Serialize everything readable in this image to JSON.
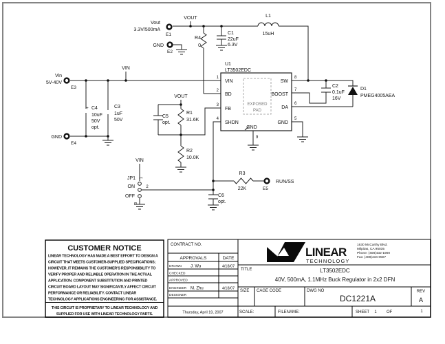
{
  "schematic": {
    "nets": {
      "vout_top": "VOUT",
      "vin_top": "VIN",
      "vout_mid": "VOUT",
      "vin_jp": "VIN",
      "runss": "RUN/SS"
    },
    "terminals": {
      "e1": {
        "ref": "E1",
        "name": "Vout",
        "spec": "3.3V/500mA"
      },
      "e2": {
        "ref": "E2",
        "name": "GND"
      },
      "e3": {
        "ref": "E3",
        "name": "Vin",
        "spec": "5V-40V"
      },
      "e4": {
        "ref": "E4",
        "name": "GND"
      },
      "e5": {
        "ref": "E5"
      }
    },
    "components": {
      "c1": {
        "ref": "C1",
        "v1": "22uF",
        "v2": "6.3V"
      },
      "c2": {
        "ref": "C2",
        "v1": "0.1uF",
        "v2": "16V"
      },
      "c3": {
        "ref": "C3",
        "v1": "1uF",
        "v2": "50V"
      },
      "c4": {
        "ref": "C4",
        "plus": "+",
        "v1": "10uF",
        "v2": "50V",
        "v3": "opt."
      },
      "c5": {
        "ref": "C5",
        "v1": "opt."
      },
      "c6": {
        "ref": "C6",
        "v1": "opt."
      },
      "r1": {
        "ref": "R1",
        "v1": "31.6K"
      },
      "r2": {
        "ref": "R2",
        "v1": "10.0K"
      },
      "r3": {
        "ref": "R3",
        "v1": "22K"
      },
      "r4": {
        "ref": "R4",
        "v1": "0"
      },
      "l1": {
        "ref": "L1",
        "v1": "15uH"
      },
      "d1": {
        "ref": "D1",
        "v1": "PMEG4005AEA"
      },
      "u1": {
        "ref": "U1",
        "part": "LT3502EDC"
      },
      "jp1": {
        "ref": "JP1",
        "on": "ON",
        "off": "OFF",
        "p1": "1",
        "p2": "2",
        "p3": "3"
      }
    },
    "u1_pins": {
      "p1": {
        "num": "1",
        "name": "VIN"
      },
      "p2": {
        "num": "2",
        "name": "BD"
      },
      "p3": {
        "num": "3",
        "name": "FB"
      },
      "p4": {
        "num": "4",
        "name": "SHDN"
      },
      "p5": {
        "num": "5",
        "name": "GND"
      },
      "p6": {
        "num": "6",
        "name": "DA"
      },
      "p7": {
        "num": "7",
        "name": "BOOST"
      },
      "p8": {
        "num": "8",
        "name": "SW"
      },
      "p9": {
        "num": "9"
      },
      "pad1": "EXPOSED",
      "pad2": "PAD",
      "gnd_label": "GND"
    }
  },
  "notice": {
    "title": "CUSTOMER NOTICE",
    "body": [
      "LINEAR TECHNOLOGY HAS MADE A BEST EFFORT TO DESIGN A",
      "CIRCUIT THAT MEETS CUSTOMER-SUPPLIED SPECIFICATIONS;",
      "HOWEVER, IT REMAINS THE CUSTOMER'S RESPONSIBILITY TO",
      "VERIFY PROPER AND RELIABLE OPERATION IN THE ACTUAL",
      "APPLICATION.  COMPONENT SUBSTITUTION AND PRINTED",
      "CIRCUIT BOARD LAYOUT MAY SIGNIFICANTLY AFFECT CIRCUIT",
      "PERFORMANCE OR RELIABILITY.  CONTACT LINEAR",
      "TECHNOLOGY APPLICATIONS ENGINEERING FOR ASSISTANCE."
    ],
    "proprietary": [
      "THIS CIRCUIT IS PROPRIETARY TO LINEAR TECHNOLOGY AND",
      "SUPPLIED FOR USE WITH LINEAR TECHNOLOGY PARTS."
    ]
  },
  "contract": {
    "label": "CONTRACT NO.",
    "approvals_label": "APPROVALS",
    "date_label": "DATE",
    "rows": [
      {
        "role": "DRAWN",
        "name": "J. Wu",
        "date": "4/18/07"
      },
      {
        "role": "CHECKED",
        "name": "",
        "date": ""
      },
      {
        "role": "APPROVED",
        "name": "",
        "date": ""
      },
      {
        "role": "ENGINEER",
        "name": "M. Zhu",
        "date": "4/18/07"
      },
      {
        "role": "DESIGNER",
        "name": "",
        "date": ""
      }
    ],
    "printed_date": "Thursday, April 19, 2007"
  },
  "company": {
    "name1": "LINEAR",
    "name2": "TECHNOLOGY",
    "addr": [
      "1630 McCarthy Blvd.",
      "Milpitas, CA 95035",
      "Phone: (408)432-1900",
      "Fax: (408)434-0507"
    ]
  },
  "titleblock": {
    "title_label": "TITLE",
    "title_line1": "LT3502EDC",
    "title_line2": "40V, 500mA, 1.1MHz Buck Regulator in 2x2 DFN",
    "size_label": "SIZE",
    "cage_label": "CAGE CODE",
    "dwg_label": "DWG NO",
    "dwg_no": "DC1221A",
    "rev_label": "REV",
    "rev": "A",
    "scale_label": "SCALE:",
    "filename_label": "FILENAME:",
    "sheet_label": "SHEET",
    "sheet_no": "1",
    "of_label": "OF",
    "of_no": "1"
  }
}
